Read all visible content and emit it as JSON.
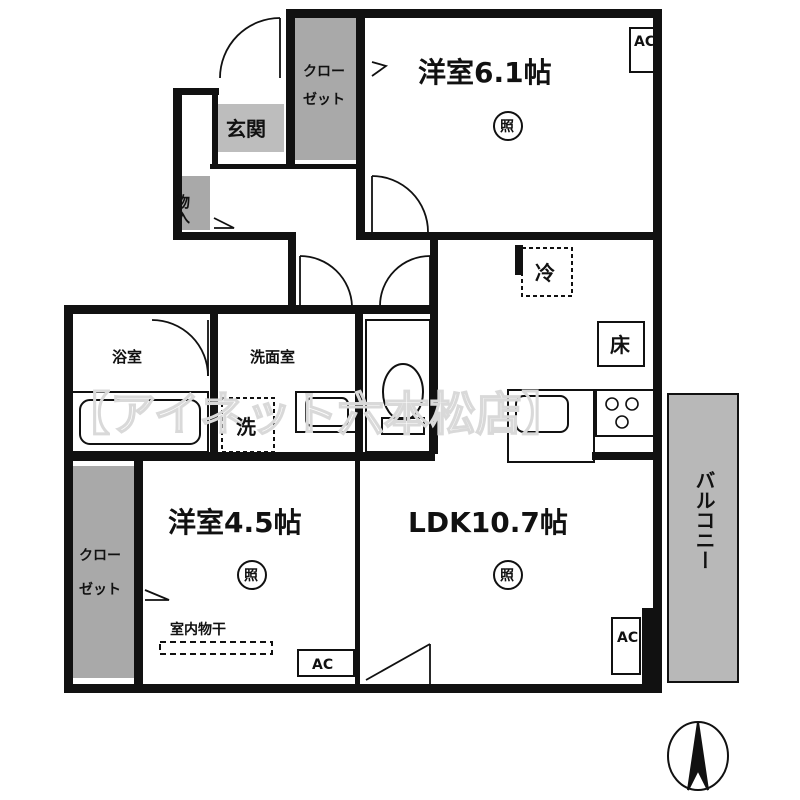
{
  "rooms": {
    "western_room_1": "洋室6.1帖",
    "western_room_2": "洋室4.5帖",
    "ldk": "LDK10.7帖",
    "entrance": "玄関",
    "storage": "物入",
    "bathroom": "浴室",
    "washroom": "洗面室",
    "balcony": "バルコニー",
    "closet_top_line1": "クロー",
    "closet_top_line2": "ゼット",
    "closet_left_line1": "クロー",
    "closet_left_line2": "ゼット"
  },
  "symbols": {
    "light": "照",
    "ac": "AC",
    "fridge": "冷",
    "washer": "洗",
    "floor_heating": "床",
    "indoor_drying": "室内物干"
  },
  "watermark": "【アイネット六本松店】",
  "colors": {
    "wall": "#111111",
    "closet_fill": "#a9a9a9",
    "balcony_fill": "#b8b8b8",
    "watermark": "#d9d9d9"
  }
}
